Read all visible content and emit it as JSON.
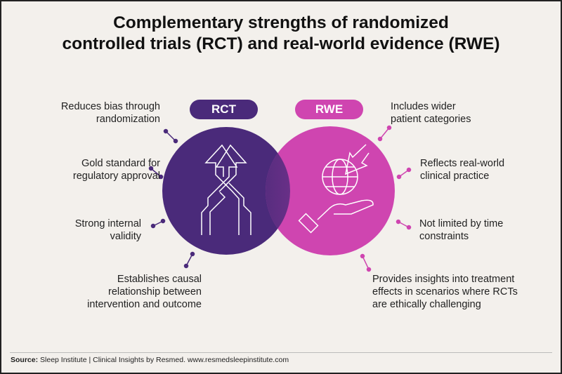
{
  "title": {
    "line1": "Complementary strengths of randomized",
    "line2": "controlled trials (RCT) and real-world evidence (RWE)"
  },
  "rct": {
    "label": "RCT",
    "color": "#4a2a7a",
    "items": [
      {
        "line1": "Reduces bias through",
        "line2": "randomization"
      },
      {
        "line1": "Gold standard for",
        "line2": "regulatory approval"
      },
      {
        "line1": "Strong internal",
        "line2": "validity"
      },
      {
        "line1": "Establishes causal",
        "line2": "relationship between",
        "line3": "intervention and outcome"
      }
    ]
  },
  "rwe": {
    "label": "RWE",
    "color": "#cf45b0",
    "items": [
      {
        "line1": "Includes wider",
        "line2": "patient categories"
      },
      {
        "line1": "Reflects real-world",
        "line2": "clinical practice"
      },
      {
        "line1": "Not limited by time",
        "line2": "constraints"
      },
      {
        "line1": "Provides insights into treatment",
        "line2": "effects in scenarios where RCTs",
        "line3": "are ethically challenging"
      }
    ]
  },
  "footer": {
    "source_label": "Source:",
    "source_text": "Sleep Institute | Clinical Insights by Resmed.  www.resmedsleepinstitute.com"
  }
}
